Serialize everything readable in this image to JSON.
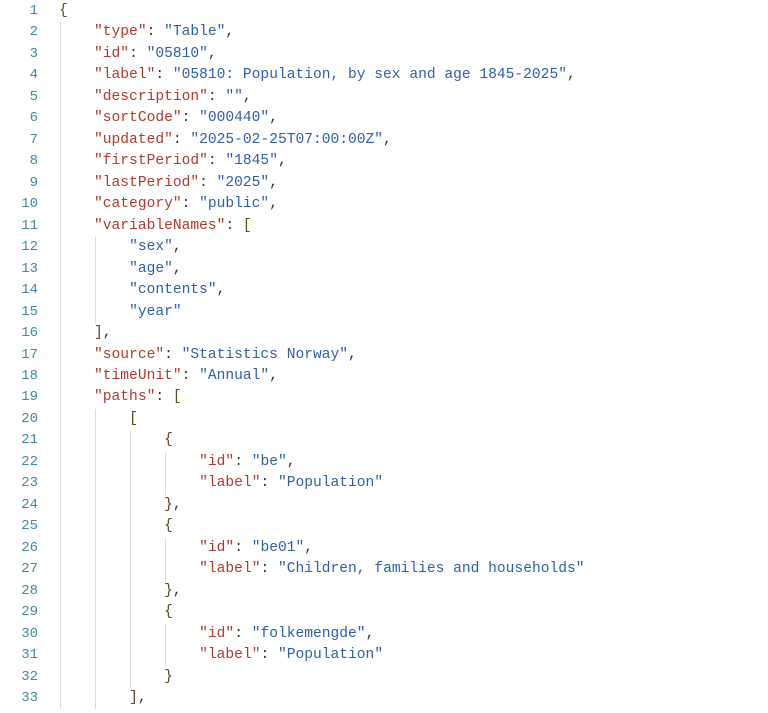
{
  "editor": {
    "language": "json",
    "colors": {
      "key": "#b03a2e",
      "string_value": "#2d5fab",
      "line_number": "#3d8aa3",
      "punctuation": "#333333",
      "indent_guide": "#dcdcdc"
    },
    "lines": [
      {
        "n": "1",
        "indent": 0,
        "tokens": [
          {
            "t": "br",
            "s": "{"
          }
        ]
      },
      {
        "n": "2",
        "indent": 1,
        "tokens": [
          {
            "t": "k",
            "s": "\"type\""
          },
          {
            "t": "p",
            "s": ": "
          },
          {
            "t": "v",
            "s": "\"Table\""
          },
          {
            "t": "p",
            "s": ","
          }
        ]
      },
      {
        "n": "3",
        "indent": 1,
        "tokens": [
          {
            "t": "k",
            "s": "\"id\""
          },
          {
            "t": "p",
            "s": ": "
          },
          {
            "t": "v",
            "s": "\"05810\""
          },
          {
            "t": "p",
            "s": ","
          }
        ]
      },
      {
        "n": "4",
        "indent": 1,
        "tokens": [
          {
            "t": "k",
            "s": "\"label\""
          },
          {
            "t": "p",
            "s": ": "
          },
          {
            "t": "v",
            "s": "\"05810: Population, by sex and age 1845-2025\""
          },
          {
            "t": "p",
            "s": ","
          }
        ]
      },
      {
        "n": "5",
        "indent": 1,
        "tokens": [
          {
            "t": "k",
            "s": "\"description\""
          },
          {
            "t": "p",
            "s": ": "
          },
          {
            "t": "v",
            "s": "\"\""
          },
          {
            "t": "p",
            "s": ","
          }
        ]
      },
      {
        "n": "6",
        "indent": 1,
        "tokens": [
          {
            "t": "k",
            "s": "\"sortCode\""
          },
          {
            "t": "p",
            "s": ": "
          },
          {
            "t": "v",
            "s": "\"000440\""
          },
          {
            "t": "p",
            "s": ","
          }
        ]
      },
      {
        "n": "7",
        "indent": 1,
        "tokens": [
          {
            "t": "k",
            "s": "\"updated\""
          },
          {
            "t": "p",
            "s": ": "
          },
          {
            "t": "v",
            "s": "\"2025-02-25T07:00:00Z\""
          },
          {
            "t": "p",
            "s": ","
          }
        ]
      },
      {
        "n": "8",
        "indent": 1,
        "tokens": [
          {
            "t": "k",
            "s": "\"firstPeriod\""
          },
          {
            "t": "p",
            "s": ": "
          },
          {
            "t": "v",
            "s": "\"1845\""
          },
          {
            "t": "p",
            "s": ","
          }
        ]
      },
      {
        "n": "9",
        "indent": 1,
        "tokens": [
          {
            "t": "k",
            "s": "\"lastPeriod\""
          },
          {
            "t": "p",
            "s": ": "
          },
          {
            "t": "v",
            "s": "\"2025\""
          },
          {
            "t": "p",
            "s": ","
          }
        ]
      },
      {
        "n": "10",
        "indent": 1,
        "tokens": [
          {
            "t": "k",
            "s": "\"category\""
          },
          {
            "t": "p",
            "s": ": "
          },
          {
            "t": "v",
            "s": "\"public\""
          },
          {
            "t": "p",
            "s": ","
          }
        ]
      },
      {
        "n": "11",
        "indent": 1,
        "tokens": [
          {
            "t": "k",
            "s": "\"variableNames\""
          },
          {
            "t": "p",
            "s": ": "
          },
          {
            "t": "br",
            "s": "["
          }
        ]
      },
      {
        "n": "12",
        "indent": 2,
        "tokens": [
          {
            "t": "v",
            "s": "\"sex\""
          },
          {
            "t": "p",
            "s": ","
          }
        ]
      },
      {
        "n": "13",
        "indent": 2,
        "tokens": [
          {
            "t": "v",
            "s": "\"age\""
          },
          {
            "t": "p",
            "s": ","
          }
        ]
      },
      {
        "n": "14",
        "indent": 2,
        "tokens": [
          {
            "t": "v",
            "s": "\"contents\""
          },
          {
            "t": "p",
            "s": ","
          }
        ]
      },
      {
        "n": "15",
        "indent": 2,
        "tokens": [
          {
            "t": "v",
            "s": "\"year\""
          }
        ]
      },
      {
        "n": "16",
        "indent": 1,
        "tokens": [
          {
            "t": "br",
            "s": "]"
          },
          {
            "t": "p",
            "s": ","
          }
        ]
      },
      {
        "n": "17",
        "indent": 1,
        "tokens": [
          {
            "t": "k",
            "s": "\"source\""
          },
          {
            "t": "p",
            "s": ": "
          },
          {
            "t": "v",
            "s": "\"Statistics Norway\""
          },
          {
            "t": "p",
            "s": ","
          }
        ]
      },
      {
        "n": "18",
        "indent": 1,
        "tokens": [
          {
            "t": "k",
            "s": "\"timeUnit\""
          },
          {
            "t": "p",
            "s": ": "
          },
          {
            "t": "v",
            "s": "\"Annual\""
          },
          {
            "t": "p",
            "s": ","
          }
        ]
      },
      {
        "n": "19",
        "indent": 1,
        "tokens": [
          {
            "t": "k",
            "s": "\"paths\""
          },
          {
            "t": "p",
            "s": ": "
          },
          {
            "t": "br",
            "s": "["
          }
        ]
      },
      {
        "n": "20",
        "indent": 2,
        "tokens": [
          {
            "t": "br",
            "s": "["
          }
        ]
      },
      {
        "n": "21",
        "indent": 3,
        "tokens": [
          {
            "t": "br",
            "s": "{"
          }
        ]
      },
      {
        "n": "22",
        "indent": 4,
        "tokens": [
          {
            "t": "k",
            "s": "\"id\""
          },
          {
            "t": "p",
            "s": ": "
          },
          {
            "t": "v",
            "s": "\"be\""
          },
          {
            "t": "p",
            "s": ","
          }
        ]
      },
      {
        "n": "23",
        "indent": 4,
        "tokens": [
          {
            "t": "k",
            "s": "\"label\""
          },
          {
            "t": "p",
            "s": ": "
          },
          {
            "t": "v",
            "s": "\"Population\""
          }
        ]
      },
      {
        "n": "24",
        "indent": 3,
        "tokens": [
          {
            "t": "br",
            "s": "}"
          },
          {
            "t": "p",
            "s": ","
          }
        ]
      },
      {
        "n": "25",
        "indent": 3,
        "tokens": [
          {
            "t": "br",
            "s": "{"
          }
        ]
      },
      {
        "n": "26",
        "indent": 4,
        "tokens": [
          {
            "t": "k",
            "s": "\"id\""
          },
          {
            "t": "p",
            "s": ": "
          },
          {
            "t": "v",
            "s": "\"be01\""
          },
          {
            "t": "p",
            "s": ","
          }
        ]
      },
      {
        "n": "27",
        "indent": 4,
        "tokens": [
          {
            "t": "k",
            "s": "\"label\""
          },
          {
            "t": "p",
            "s": ": "
          },
          {
            "t": "v",
            "s": "\"Children, families and households\""
          }
        ]
      },
      {
        "n": "28",
        "indent": 3,
        "tokens": [
          {
            "t": "br",
            "s": "}"
          },
          {
            "t": "p",
            "s": ","
          }
        ]
      },
      {
        "n": "29",
        "indent": 3,
        "tokens": [
          {
            "t": "br",
            "s": "{"
          }
        ]
      },
      {
        "n": "30",
        "indent": 4,
        "tokens": [
          {
            "t": "k",
            "s": "\"id\""
          },
          {
            "t": "p",
            "s": ": "
          },
          {
            "t": "v",
            "s": "\"folkemengde\""
          },
          {
            "t": "p",
            "s": ","
          }
        ]
      },
      {
        "n": "31",
        "indent": 4,
        "tokens": [
          {
            "t": "k",
            "s": "\"label\""
          },
          {
            "t": "p",
            "s": ": "
          },
          {
            "t": "v",
            "s": "\"Population\""
          }
        ]
      },
      {
        "n": "32",
        "indent": 3,
        "tokens": [
          {
            "t": "br",
            "s": "}"
          }
        ]
      },
      {
        "n": "33",
        "indent": 2,
        "tokens": [
          {
            "t": "br",
            "s": "]"
          },
          {
            "t": "p",
            "s": ","
          }
        ]
      }
    ]
  }
}
